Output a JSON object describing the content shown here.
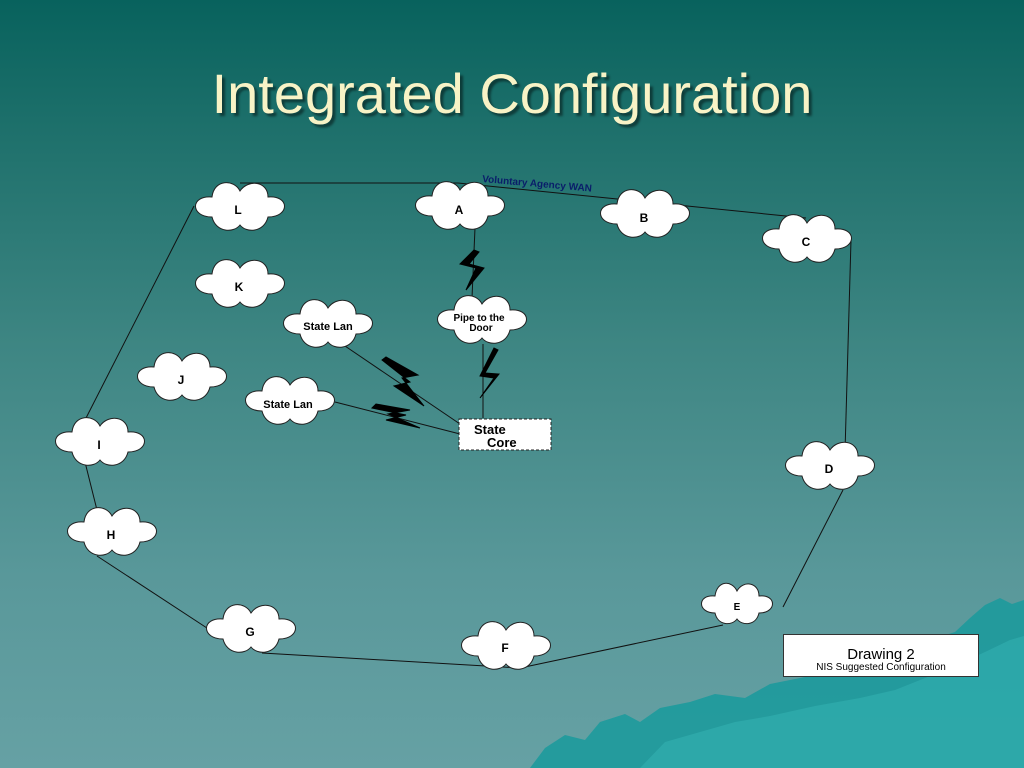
{
  "slide": {
    "title": "Integrated Configuration"
  },
  "diagram": {
    "wan_label": "Voluntary Agency WAN",
    "nodes": {
      "A": "A",
      "B": "B",
      "C": "C",
      "D": "D",
      "E": "E",
      "F": "F",
      "G": "G",
      "H": "H",
      "I": "I",
      "J": "J",
      "K": "K",
      "L": "L",
      "state_lan_1": "State Lan",
      "state_lan_2": "State Lan",
      "pipe_line1": "Pipe to the",
      "pipe_line2": "Door"
    },
    "state_core": {
      "line1": "State",
      "line2": "Core"
    }
  },
  "legend": {
    "title": "Drawing 2",
    "subtitle": "NIS Suggested Configuration"
  },
  "colors": {
    "background_top": "#08625d",
    "background_bottom": "#66a1a4",
    "title": "#f8f3c6",
    "wan_label": "#0a1e6a",
    "mountain": "#1d9a9c"
  }
}
